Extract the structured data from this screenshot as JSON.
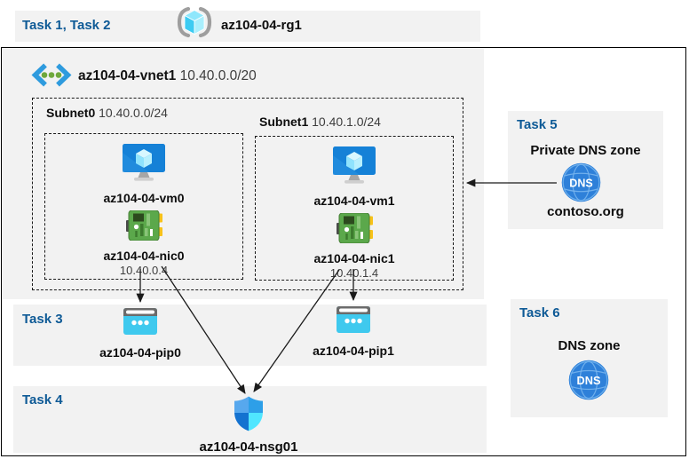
{
  "colors": {
    "task_label_blue": "#0E5A96",
    "panel_gray": "#F2F2F2",
    "border_black": "#000000",
    "pip_cyan": "#3FC9EE",
    "dns_blue": "#2E80D9",
    "nic_green": "#5BA84B",
    "vm_screen_blue": "#1581D7"
  },
  "tasks": {
    "band12_label": "Task 1, Task 2",
    "task3_label": "Task 3",
    "task4_label": "Task 4",
    "task5_label": "Task 5",
    "task6_label": "Task 6"
  },
  "resource_group": {
    "name": "az104-04-rg1",
    "icon": "resource-group-icon"
  },
  "vnet": {
    "name": "az104-04-vnet1",
    "cidr": "10.40.0.0/20",
    "icon": "virtual-network-icon",
    "subnets": [
      {
        "name": "Subnet0",
        "cidr": "10.40.0.0/24",
        "vm": {
          "name": "az104-04-vm0",
          "icon": "virtual-machine-icon"
        },
        "nic": {
          "name": "az104-04-nic0",
          "ip": "10.40.0.4",
          "icon": "network-interface-icon"
        }
      },
      {
        "name": "Subnet1",
        "cidr": "10.40.1.0/24",
        "vm": {
          "name": "az104-04-vm1",
          "icon": "virtual-machine-icon"
        },
        "nic": {
          "name": "az104-04-nic1",
          "ip": "10.40.1.4",
          "icon": "network-interface-icon"
        }
      }
    ]
  },
  "public_ips": [
    {
      "name": "az104-04-pip0",
      "icon": "public-ip-icon"
    },
    {
      "name": "az104-04-pip1",
      "icon": "public-ip-icon"
    }
  ],
  "nsg": {
    "name": "az104-04-nsg01",
    "icon": "network-security-group-icon"
  },
  "private_dns": {
    "title": "Private DNS zone",
    "zone_name": "contoso.org",
    "icon_label": "DNS",
    "icon": "dns-globe-icon"
  },
  "dns": {
    "title": "DNS zone",
    "icon_label": "DNS",
    "icon": "dns-globe-icon"
  },
  "arrows": [
    {
      "from": "az104-04-nic0",
      "to": "az104-04-pip0"
    },
    {
      "from": "az104-04-nic0",
      "to": "az104-04-nsg01"
    },
    {
      "from": "az104-04-nic1",
      "to": "az104-04-pip1"
    },
    {
      "from": "az104-04-nic1",
      "to": "az104-04-nsg01"
    },
    {
      "from": "contoso.org",
      "to": "az104-04-vnet1"
    }
  ]
}
